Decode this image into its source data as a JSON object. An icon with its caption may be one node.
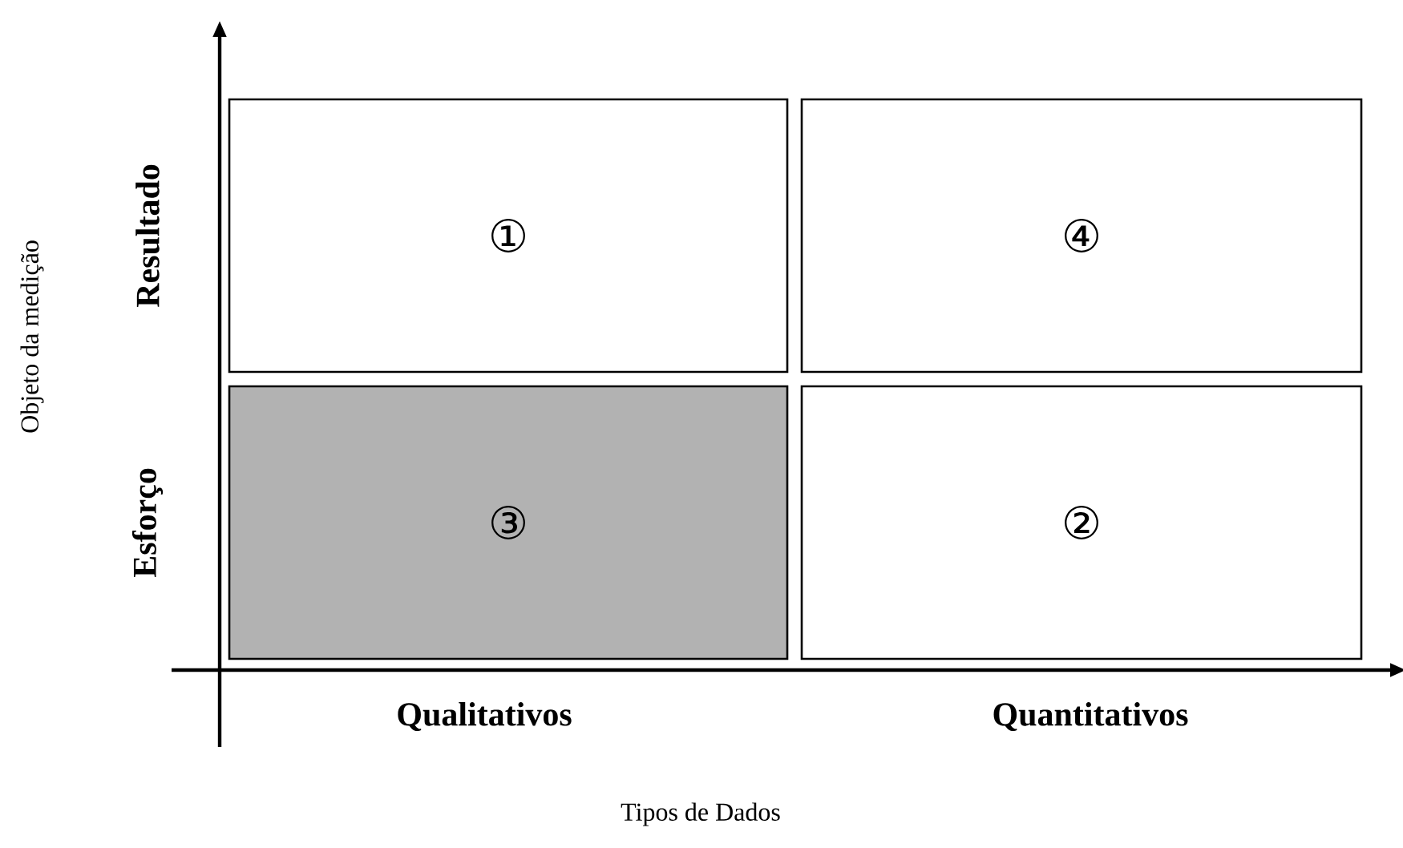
{
  "diagram": {
    "nodes": [
      {
        "text": [
          "①"
        ]
      },
      {
        "text": [
          "④"
        ]
      },
      {
        "text": [
          "③"
        ]
      },
      {
        "text": [
          "②"
        ]
      }
    ],
    "labels": [
      "Resultado",
      "Esforço",
      "Qualitativos",
      "Quantitativos",
      "Objeto da medição",
      "Tipos de Dados"
    ]
  }
}
